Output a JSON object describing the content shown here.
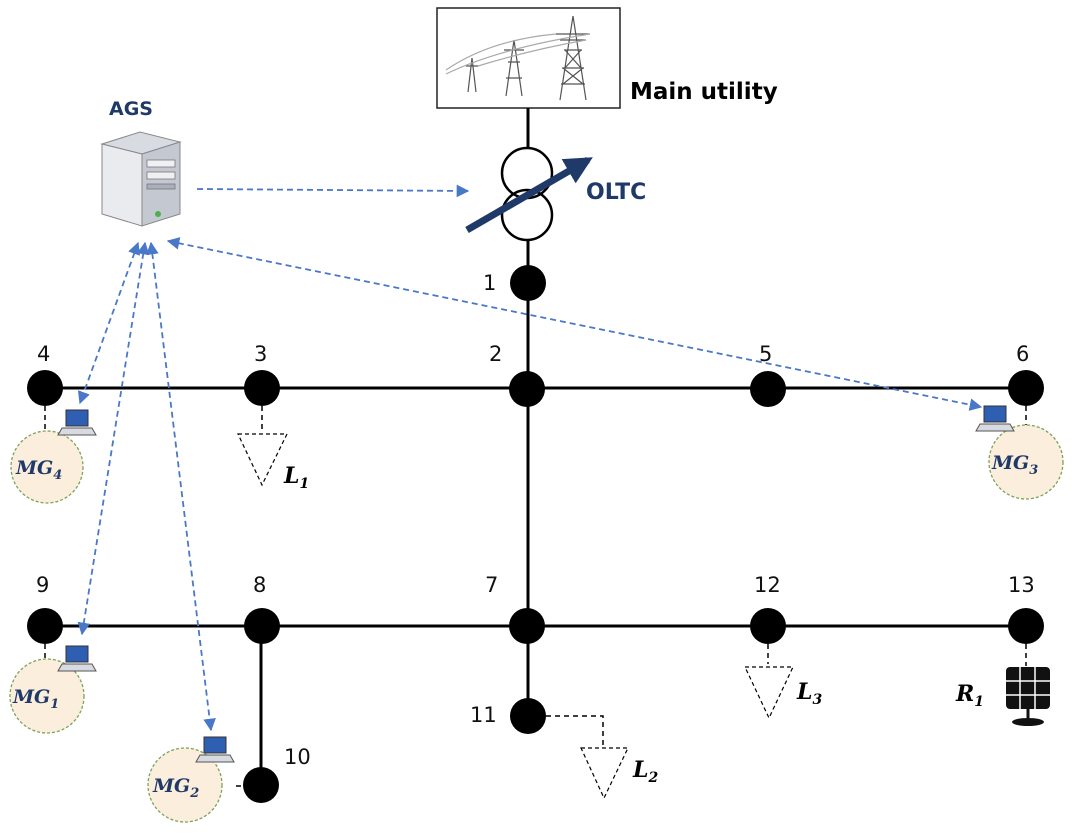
{
  "utility": {
    "title": "Main utility"
  },
  "ags": {
    "label": "AGS"
  },
  "oltc": {
    "label": "OLTC"
  },
  "buses": [
    "1",
    "2",
    "3",
    "4",
    "5",
    "6",
    "7",
    "8",
    "9",
    "10",
    "11",
    "12",
    "13"
  ],
  "microgrids": {
    "mg1": {
      "base": "MG",
      "sub": "1"
    },
    "mg2": {
      "base": "MG",
      "sub": "2"
    },
    "mg3": {
      "base": "MG",
      "sub": "3"
    },
    "mg4": {
      "base": "MG",
      "sub": "4"
    }
  },
  "loads": {
    "l1": {
      "base": "L",
      "sub": "1"
    },
    "l2": {
      "base": "L",
      "sub": "2"
    },
    "l3": {
      "base": "L",
      "sub": "3"
    }
  },
  "renewable": {
    "base": "R",
    "sub": "1"
  },
  "colors": {
    "line": "#000000",
    "comm_arrow": "#4a78c8",
    "mg_fill": "#fbeedd",
    "mg_border": "#7da35a",
    "text_navy": "#1f3a68"
  }
}
